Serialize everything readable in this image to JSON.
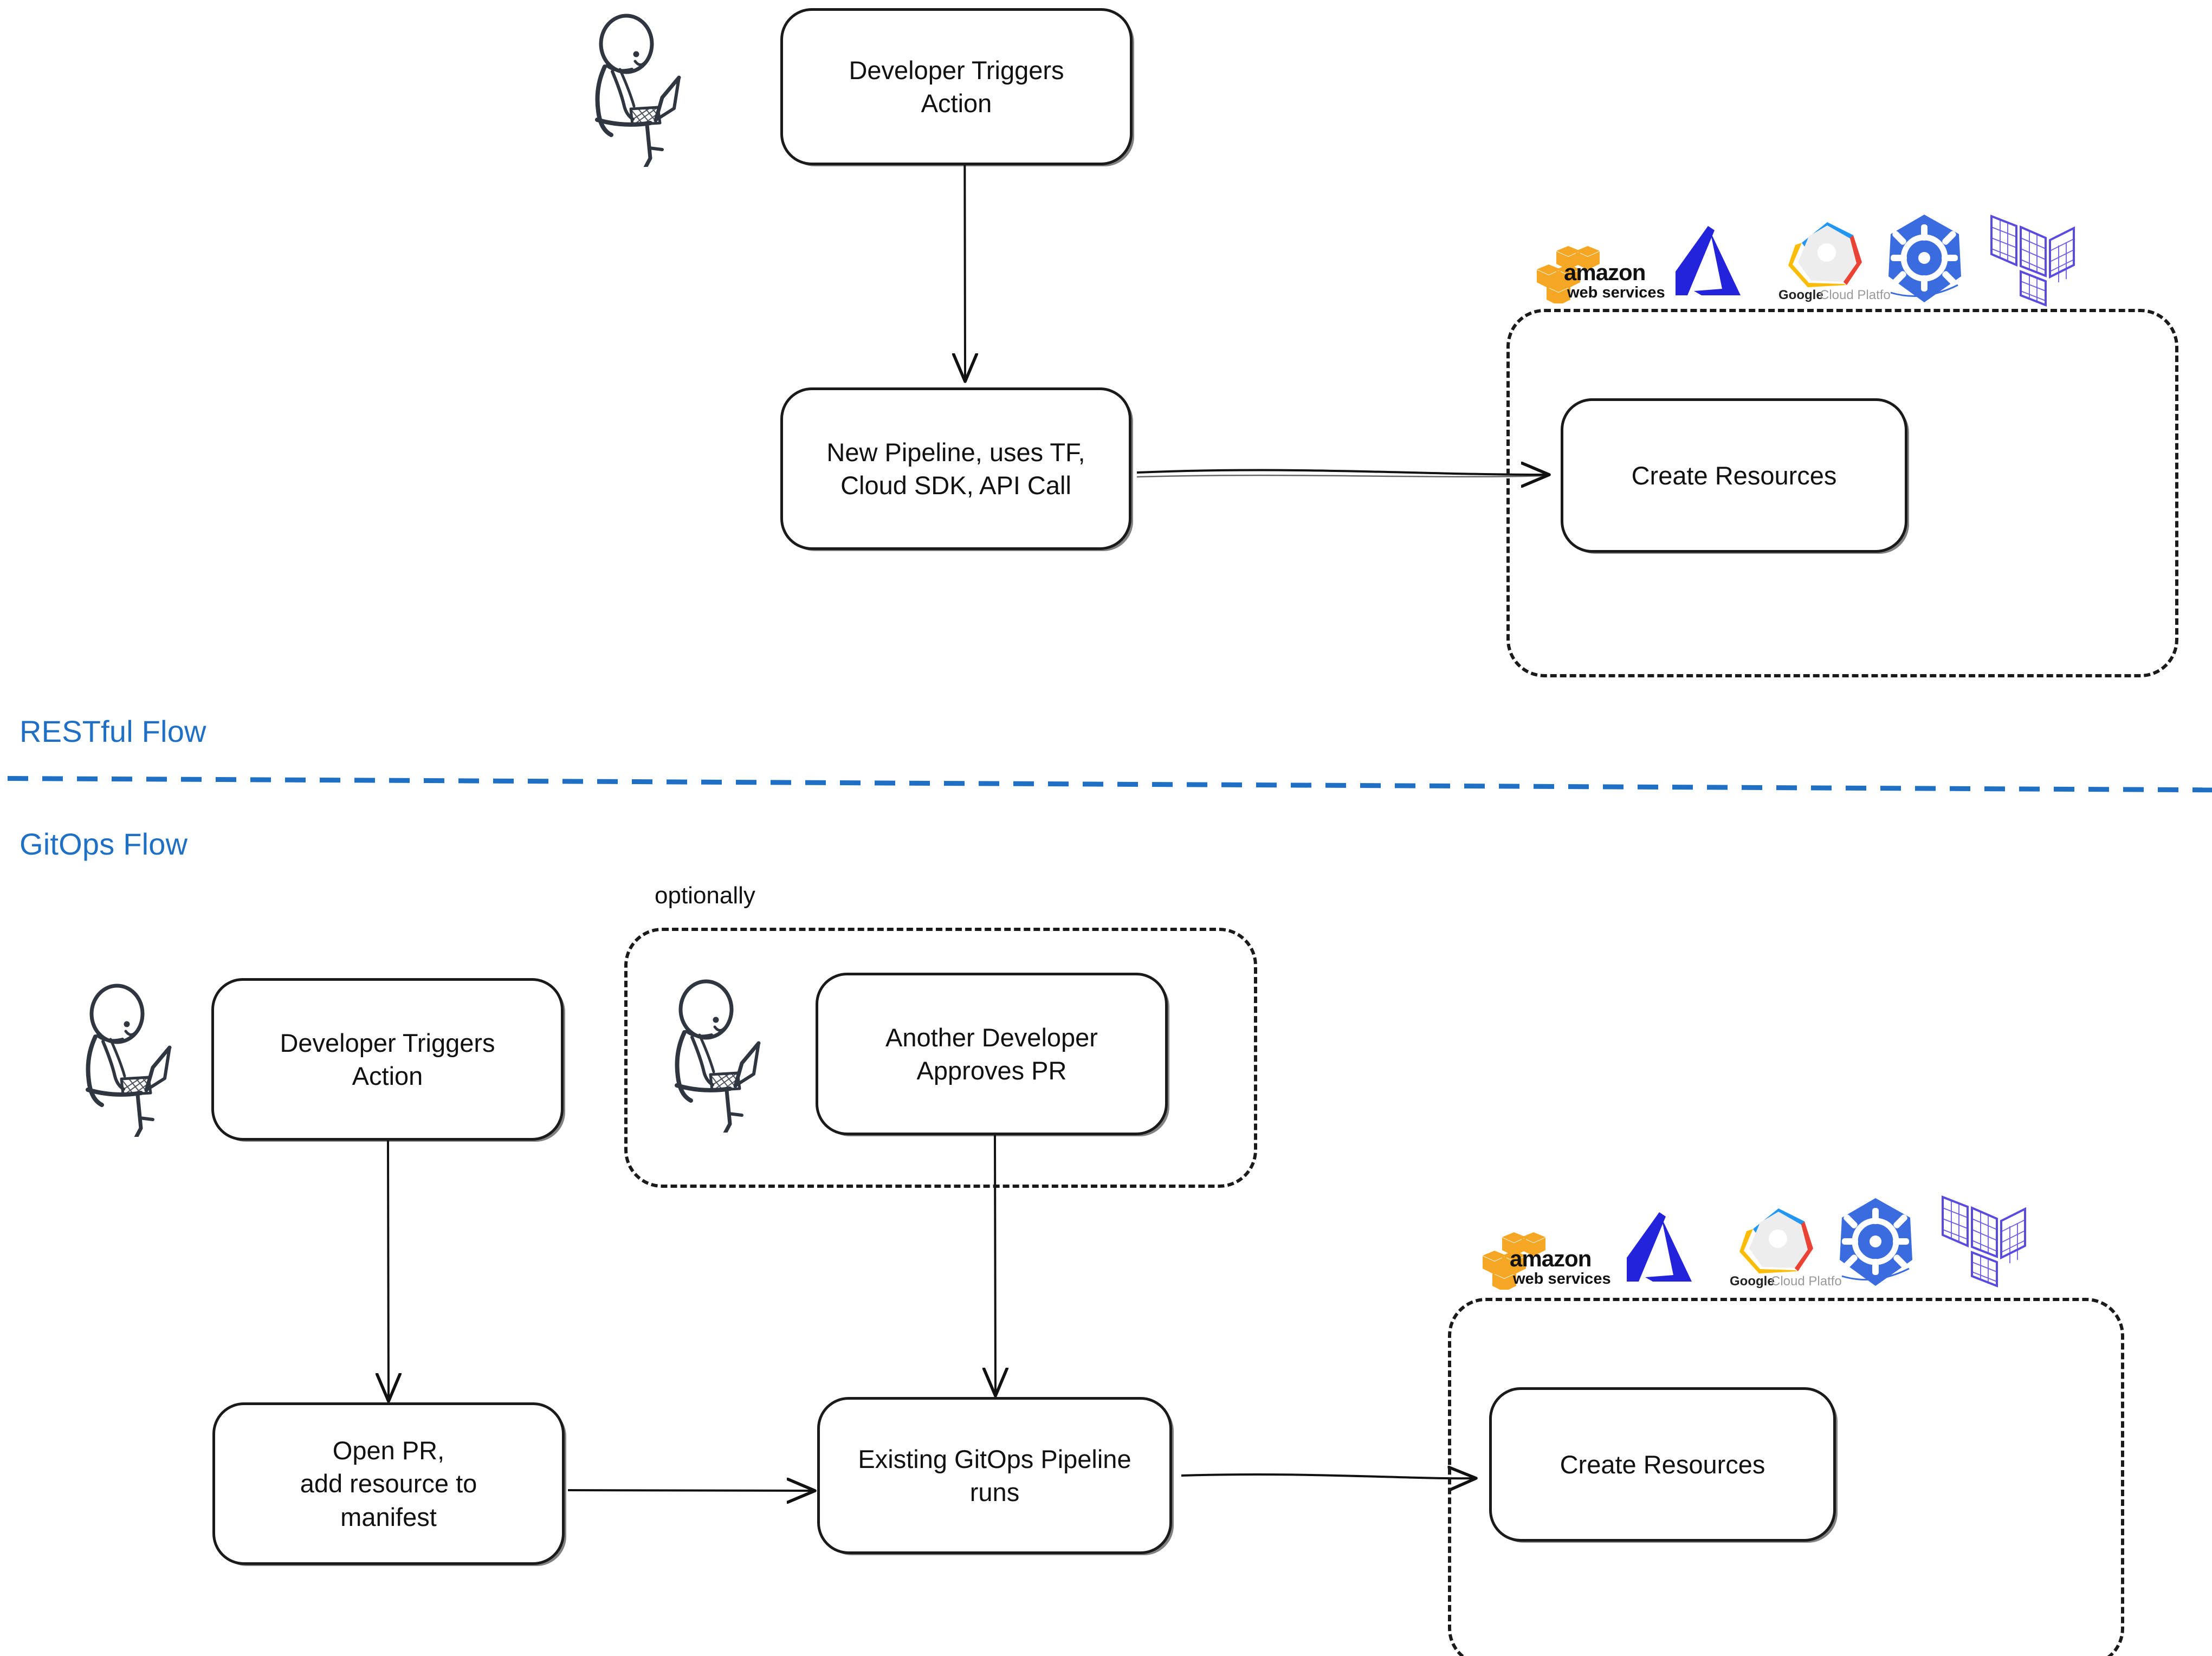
{
  "diagram": {
    "title_restful": "RESTful Flow",
    "title_gitops": "GitOps Flow"
  },
  "restful_flow": {
    "section_label": "RESTful Flow",
    "nodes": {
      "developer_triggers": "Developer Triggers\nAction",
      "new_pipeline": "New Pipeline, uses TF,\nCloud SDK, API Call",
      "create_resources": "Create Resources"
    },
    "actor": {
      "name": "developer-with-laptop"
    },
    "cloud_group": {
      "kind": "dashed-container"
    },
    "logos": [
      {
        "id": "aws-logo",
        "name": "amazon web services",
        "wordmark_line1": "amazon",
        "wordmark_line2": "web services",
        "color": "#F5A623"
      },
      {
        "id": "azure-logo",
        "name": "Microsoft Azure",
        "color": "#2323DC"
      },
      {
        "id": "gcp-logo",
        "name": "Google Cloud Platform",
        "wordmark_line1": "Google",
        "wordmark_line2": "Cloud Platform",
        "colors": [
          "#2196F3",
          "#EA4335",
          "#FBBC05",
          "#EDEDED"
        ]
      },
      {
        "id": "kubernetes-logo",
        "name": "Kubernetes",
        "color": "#3A6CE0"
      },
      {
        "id": "terraform-logo",
        "name": "Terraform",
        "color": "#5A4BE0"
      }
    ]
  },
  "gitops_flow": {
    "section_label": "GitOps Flow",
    "optional_caption": "optionally",
    "nodes": {
      "developer_triggers": "Developer Triggers\nAction",
      "another_developer": "Another Developer\nApproves PR",
      "open_pr": "Open PR,\nadd resource to\nmanifest",
      "existing_pipeline": "Existing GitOps Pipeline\nruns",
      "create_resources": "Create Resources"
    },
    "actors": [
      {
        "name": "developer-with-laptop"
      },
      {
        "name": "another-developer-with-laptop"
      }
    ],
    "cloud_group": {
      "kind": "dashed-container"
    },
    "logos": [
      {
        "id": "aws-logo",
        "name": "amazon web services",
        "wordmark_line1": "amazon",
        "wordmark_line2": "web services",
        "color": "#F5A623"
      },
      {
        "id": "azure-logo",
        "name": "Microsoft Azure",
        "color": "#2323DC"
      },
      {
        "id": "gcp-logo",
        "name": "Google Cloud Platform",
        "wordmark_line1": "Google",
        "wordmark_line2": "Cloud Platform",
        "colors": [
          "#2196F3",
          "#EA4335",
          "#FBBC05",
          "#EDEDED"
        ]
      },
      {
        "id": "kubernetes-logo",
        "name": "Kubernetes",
        "color": "#3A6CE0"
      },
      {
        "id": "terraform-logo",
        "name": "Terraform",
        "color": "#5A4BE0"
      }
    ]
  },
  "colors": {
    "accent_blue": "#1f6fc4",
    "stroke": "#1a1a1a",
    "figure_stroke": "#2f3640"
  }
}
